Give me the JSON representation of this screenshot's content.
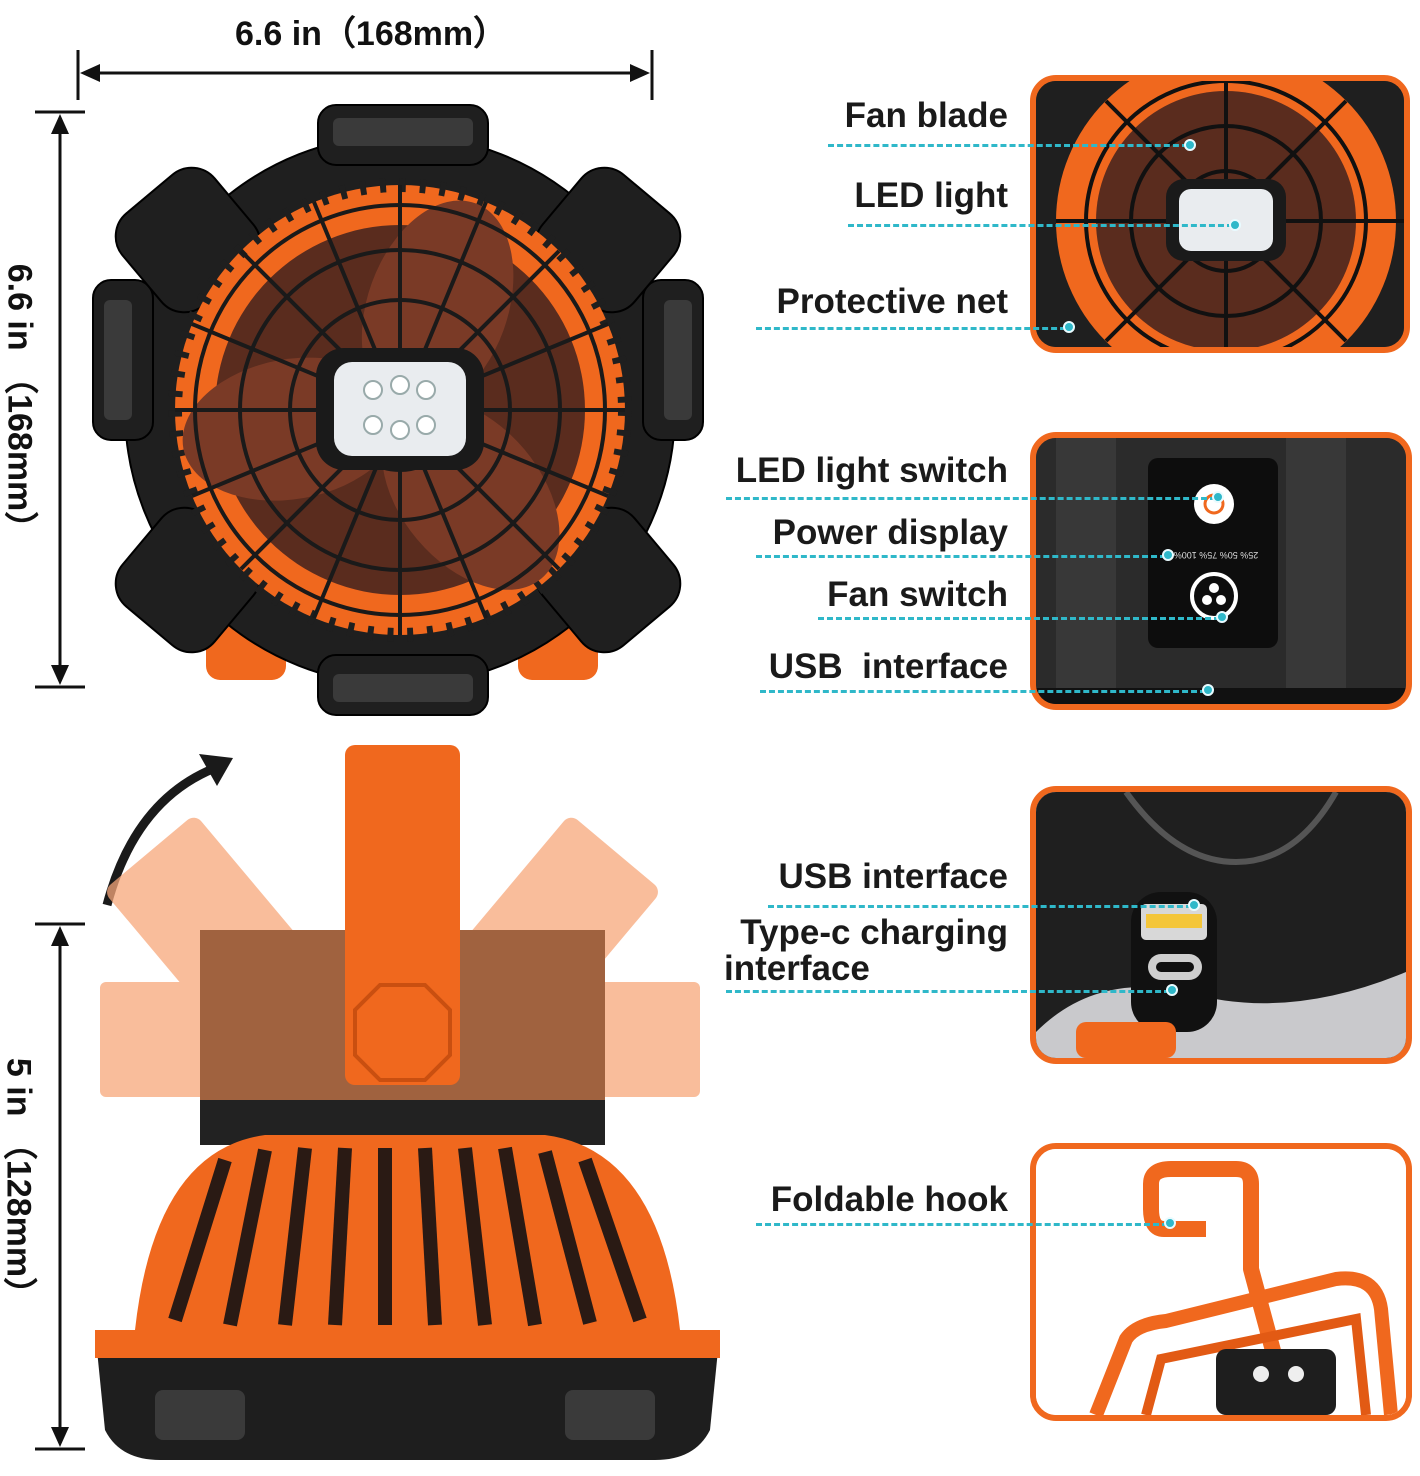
{
  "dimensions": {
    "width_top": "6.6 in（168mm）",
    "height_top": "6.6 in （168mm）",
    "height_bottom": "5 in （128mm）"
  },
  "callouts": {
    "fan_blade": "Fan blade",
    "led_light": "LED light",
    "protective_net": "Protective net",
    "led_light_switch": "LED light switch",
    "power_display": "Power display",
    "fan_switch": "Fan switch",
    "usb_interface_1": "USB  interface",
    "usb_interface_2": "USB interface",
    "typec_line1": "Type-c charging",
    "typec_line2": "interface",
    "foldable_hook": "Foldable hook"
  },
  "power_levels": "25% 50% 75% 100%",
  "colors": {
    "accent_orange": "#f0681e",
    "leader_cyan": "#2fb8c9",
    "body_black": "#1e1e1e"
  }
}
